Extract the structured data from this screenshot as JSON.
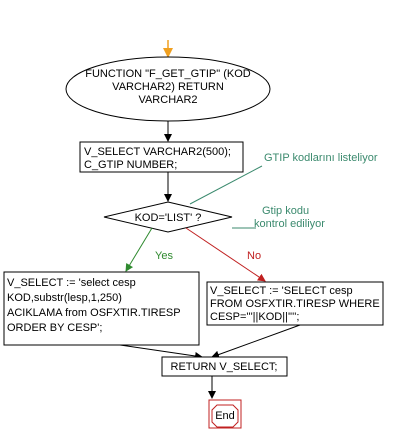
{
  "start": {
    "lines": [
      "FUNCTION \"F_GET_GTIP\" (KOD",
      "VARCHAR2) RETURN",
      "VARCHAR2"
    ]
  },
  "declare": {
    "lines": [
      "V_SELECT VARCHAR2(500);",
      "C_GTIP NUMBER;"
    ]
  },
  "decision": {
    "label": "KOD='LIST' ?"
  },
  "branch_yes": {
    "label": "Yes",
    "lines": [
      "V_SELECT := 'select cesp",
      "KOD,substr(lesp,1,250)",
      "ACIKLAMA from OSFXTIR.TIRESP",
      "ORDER BY CESP';"
    ]
  },
  "branch_no": {
    "label": "No",
    "lines": [
      "V_SELECT := 'SELECT cesp",
      "FROM OSFXTIR.TIRESP WHERE",
      "CESP='''||KOD||'''';"
    ]
  },
  "return_box": {
    "label": "RETURN V_SELECT;"
  },
  "end": {
    "label": "End"
  },
  "notes": {
    "list_note": "GTIP kodlarını listeliyor",
    "check_note": [
      "Gtip kodu",
      "kontrol ediliyor"
    ]
  },
  "colors": {
    "start_arrow": "#f0a020",
    "yes_line": "#2f8a2f",
    "no_line": "#c02020",
    "note_line": "#3b8a6e",
    "end_border": "#c02020"
  }
}
